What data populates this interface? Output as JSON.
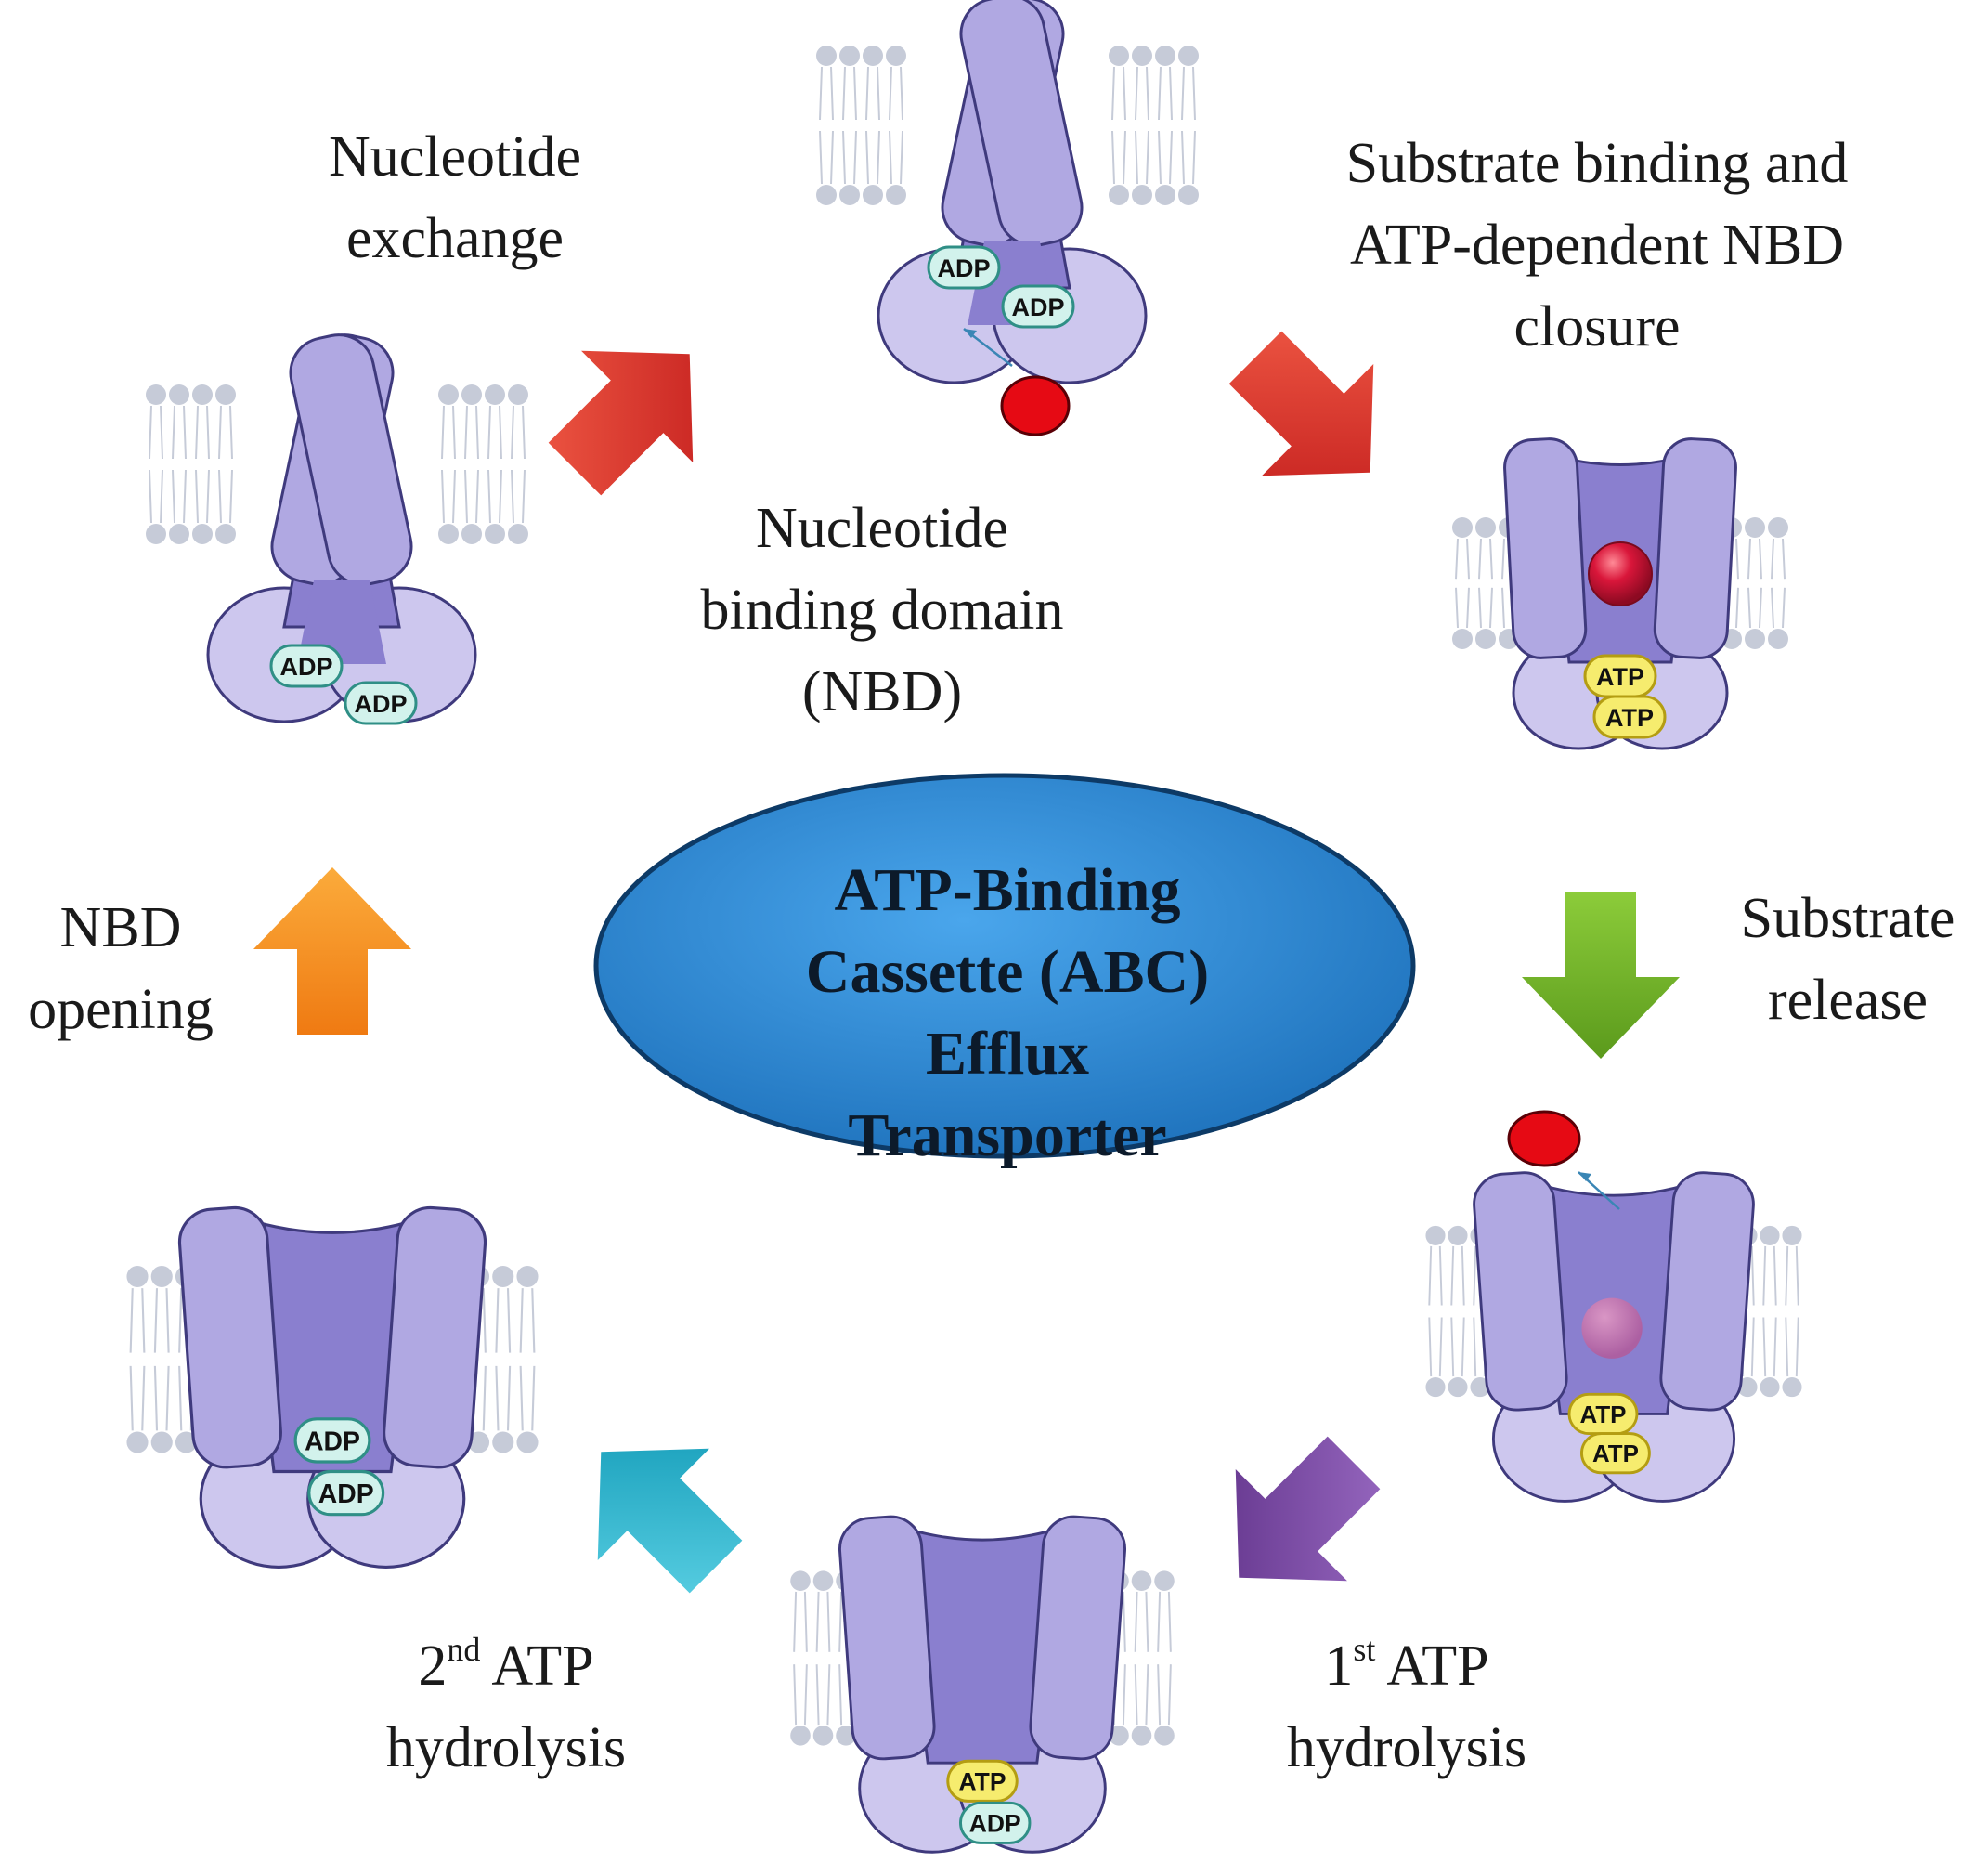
{
  "center": {
    "lines": [
      "ATP-Binding",
      "Cassette (ABC)",
      "Efflux",
      "Transporter"
    ]
  },
  "labels": {
    "nucleotide_exchange": [
      "Nucleotide",
      "exchange"
    ],
    "substrate_binding": [
      "Substrate binding and",
      "ATP-dependent NBD",
      "closure"
    ],
    "nbd_domain": [
      "Nucleotide",
      "binding domain",
      "(NBD)"
    ],
    "nbd_opening": [
      "NBD",
      "opening"
    ],
    "substrate_release": [
      "Substrate",
      "release"
    ],
    "second_hydrolysis": {
      "num": "2",
      "sup": "nd",
      "rest": " ATP",
      "line2": "hydrolysis"
    },
    "first_hydrolysis": {
      "num": "1",
      "sup": "st",
      "rest": " ATP",
      "line2": "hydrolysis"
    }
  },
  "nucleotides": {
    "adp": "ADP",
    "atp": "ATP"
  },
  "transporters": [
    {
      "id": "top",
      "state": "inward-open",
      "nucleotides": [
        "ADP",
        "ADP"
      ]
    },
    {
      "id": "top-left",
      "state": "inward-open",
      "nucleotides": [
        "ADP",
        "ADP"
      ]
    },
    {
      "id": "right-upper",
      "state": "outward-occluded",
      "nucleotides": [
        "ATP",
        "ATP"
      ]
    },
    {
      "id": "right-lower",
      "state": "outward-open",
      "nucleotides": [
        "ATP",
        "ATP"
      ]
    },
    {
      "id": "bottom",
      "state": "outward-open",
      "nucleotides": [
        "ATP",
        "ADP"
      ]
    },
    {
      "id": "bottom-left",
      "state": "outward-open",
      "nucleotides": [
        "ADP",
        "ADP"
      ]
    }
  ],
  "colors": {
    "tmd_light": "#b0a8e2",
    "tmd_dark": "#8a7fcf",
    "outline": "#3f3a7d",
    "nbd": "#cdc7ee",
    "adp_fill": "#d2f2ec",
    "adp_stroke": "#2f8f86",
    "atp_fill": "#f6ec6e",
    "atp_stroke": "#b49d12",
    "substrate": "#e60a14",
    "membrane": "#c6cbd8",
    "ellipse": "#2e8ad6",
    "arrow_red": "#e2312a",
    "arrow_green": "#7dbb2c",
    "arrow_orange": "#f7901e",
    "arrow_purple": "#7e4ba7",
    "arrow_teal": "#1cb3cc"
  }
}
